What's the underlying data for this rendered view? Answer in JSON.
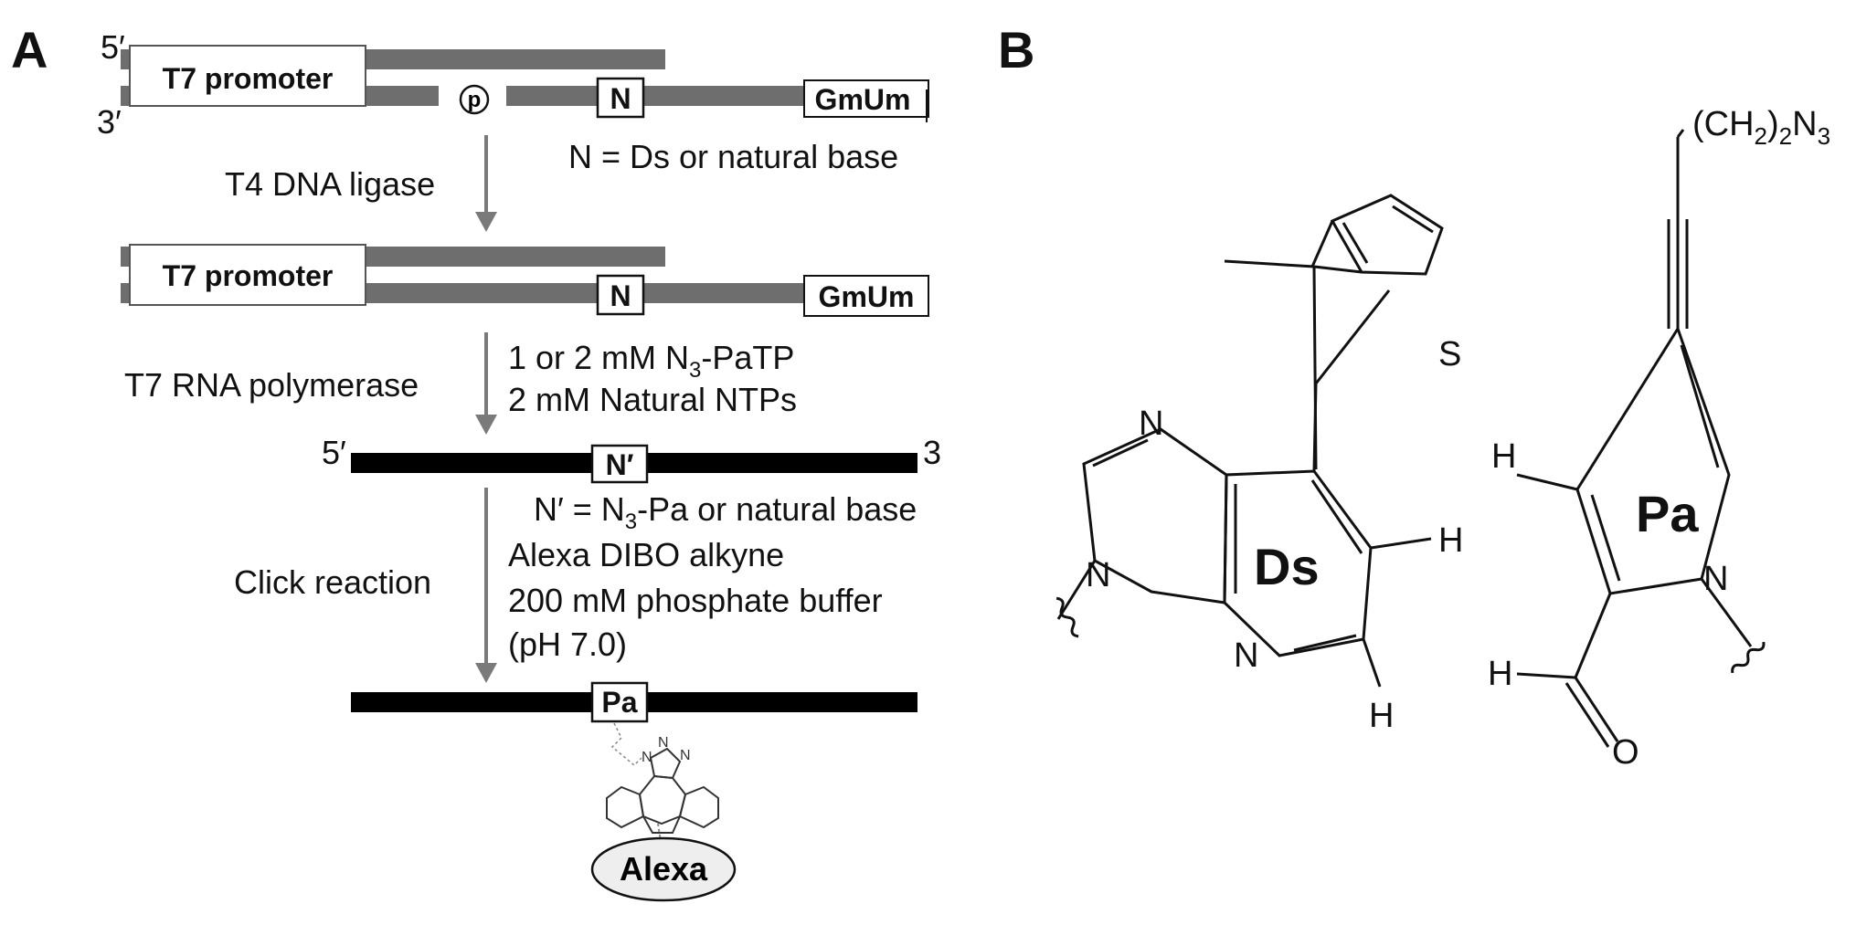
{
  "panels": {
    "a": "A",
    "b": "B"
  },
  "scheme": {
    "strand_5": "5′",
    "strand_3": "3′",
    "promoter": "T7 promoter",
    "phosphate": "p",
    "n_box": "N",
    "cap": "GmUm",
    "n_note": "N = Ds or natural base",
    "ligase": "T4 DNA ligase",
    "polymerase": "T7 RNA polymerase",
    "patp_a": "1 or 2 mM N",
    "patp_sub": "3",
    "patp_b": "-PaTP",
    "ntps": "2 mM Natural NTPs",
    "rna_5": "5′",
    "rna_3": "3",
    "nprime_box": "N′",
    "nprime_a": "N′ = N",
    "nprime_sub": "3",
    "nprime_b": "-Pa or natural base",
    "click": "Click reaction",
    "alkyne": "Alexa DIBO alkyne",
    "buffer": "200 mM phosphate buffer",
    "ph": "(pH 7.0)",
    "pa_box": "Pa",
    "triazole_n": "N",
    "alexa": "Alexa"
  },
  "structures": {
    "ds_label": "Ds",
    "pa_label": "Pa",
    "n": "N",
    "s": "S",
    "h": "H",
    "o": "O",
    "azide_a": "(CH",
    "azide_sub1": "2",
    "azide_b": ")",
    "azide_sub2": "2",
    "azide_c": "N",
    "azide_sub3": "3"
  },
  "colors": {
    "dna_strand": "#6e6e6e",
    "rna_strand": "#000000",
    "arrow": "#7a7a7a",
    "alexa_fill": "#eeeeee"
  }
}
